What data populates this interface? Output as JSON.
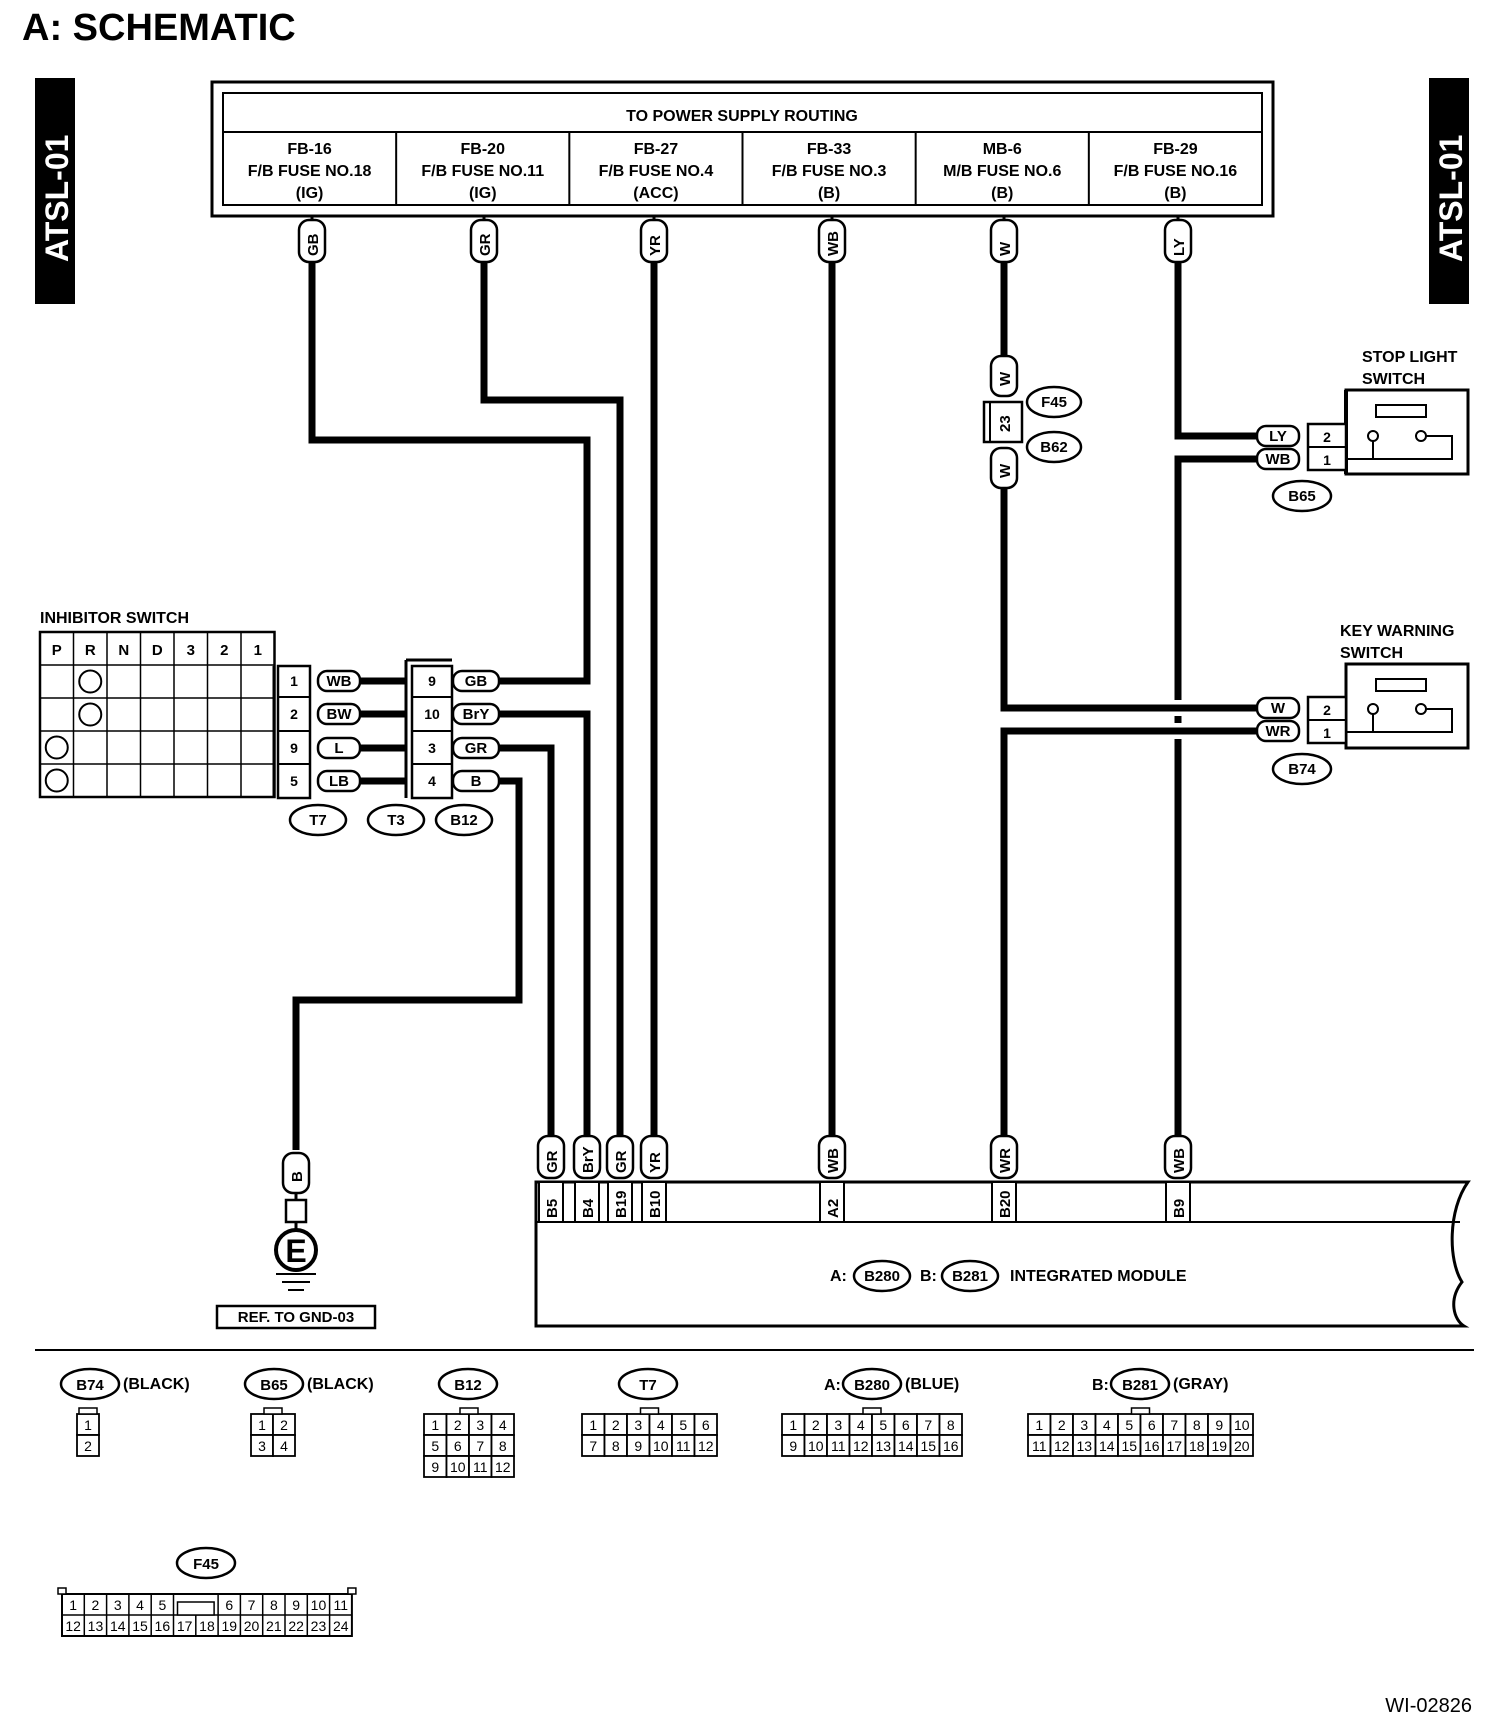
{
  "title": "A:  SCHEMATIC",
  "side_tab": "ATSL-01",
  "figure_id": "WI-02826",
  "power_header": "TO POWER SUPPLY ROUTING",
  "fuses": [
    {
      "id": "FB-16",
      "name": "F/B FUSE NO.18",
      "mode": "(IG)",
      "wire": "GB"
    },
    {
      "id": "FB-20",
      "name": "F/B FUSE NO.11",
      "mode": "(IG)",
      "wire": "GR"
    },
    {
      "id": "FB-27",
      "name": "F/B FUSE NO.4",
      "mode": "(ACC)",
      "wire": "YR"
    },
    {
      "id": "FB-33",
      "name": "F/B FUSE NO.3",
      "mode": "(B)",
      "wire": "WB"
    },
    {
      "id": "MB-6",
      "name": "M/B FUSE NO.6",
      "mode": "(B)",
      "wire": "W"
    },
    {
      "id": "FB-29",
      "name": "F/B FUSE NO.16",
      "mode": "(B)",
      "wire": "LY"
    }
  ],
  "inhibitor": {
    "label": "INHIBITOR SWITCH",
    "positions": [
      "P",
      "R",
      "N",
      "D",
      "3",
      "2",
      "1"
    ],
    "t7_pins": [
      "1",
      "2",
      "9",
      "5"
    ],
    "t7_wires": [
      "WB",
      "BW",
      "L",
      "LB"
    ],
    "b12_pins": [
      "9",
      "10",
      "3",
      "4"
    ],
    "b12_wires": [
      "GB",
      "BrY",
      "GR",
      "B"
    ],
    "connectors": [
      "T7",
      "T3",
      "B12"
    ]
  },
  "mid_connector": {
    "top_wire": "W",
    "pin": "23",
    "bottom_wire": "W",
    "labels": [
      "F45",
      "B62"
    ]
  },
  "stop_light_switch": {
    "label_line1": "STOP LIGHT",
    "label_line2": "SWITCH",
    "pins": [
      "2",
      "1"
    ],
    "wires": [
      "LY",
      "WB"
    ],
    "connector": "B65"
  },
  "key_warning_switch": {
    "label_line1": "KEY WARNING",
    "label_line2": "SWITCH",
    "pins": [
      "2",
      "1"
    ],
    "wires": [
      "W",
      "WR"
    ],
    "connector": "B74"
  },
  "ground": {
    "wire": "B",
    "symbol": "E",
    "ref": "REF. TO GND-03"
  },
  "module": {
    "wires": [
      "GR",
      "BrY",
      "GR",
      "YR",
      "WB",
      "WR",
      "WB"
    ],
    "pins": [
      "B5",
      "B4",
      "B19",
      "B10",
      "A2",
      "B20",
      "B9"
    ],
    "prefix_a": "A:",
    "conn_a": "B280",
    "prefix_b": "B:",
    "conn_b": "B281",
    "name": "INTEGRATED MODULE"
  },
  "connector_views": [
    {
      "prefix": "",
      "name": "B74",
      "color": "(BLACK)",
      "rows": [
        [
          "1"
        ],
        [
          "2"
        ]
      ]
    },
    {
      "prefix": "",
      "name": "B65",
      "color": "(BLACK)",
      "rows": [
        [
          "1",
          "2"
        ],
        [
          "3",
          "4"
        ]
      ]
    },
    {
      "prefix": "",
      "name": "B12",
      "color": "",
      "rows": [
        [
          "1",
          "2",
          "3",
          "4"
        ],
        [
          "5",
          "6",
          "7",
          "8"
        ],
        [
          "9",
          "10",
          "11",
          "12"
        ]
      ]
    },
    {
      "prefix": "",
      "name": "T7",
      "color": "",
      "rows": [
        [
          "1",
          "2",
          "3",
          "4",
          "5",
          "6"
        ],
        [
          "7",
          "8",
          "9",
          "10",
          "11",
          "12"
        ]
      ]
    },
    {
      "prefix": "A:",
      "name": "B280",
      "color": "(BLUE)",
      "rows": [
        [
          "1",
          "2",
          "3",
          "4",
          "5",
          "6",
          "7",
          "8"
        ],
        [
          "9",
          "10",
          "11",
          "12",
          "13",
          "14",
          "15",
          "16"
        ]
      ]
    },
    {
      "prefix": "B:",
      "name": "B281",
      "color": "(GRAY)",
      "rows": [
        [
          "1",
          "2",
          "3",
          "4",
          "5",
          "6",
          "7",
          "8",
          "9",
          "10"
        ],
        [
          "11",
          "12",
          "13",
          "14",
          "15",
          "16",
          "17",
          "18",
          "19",
          "20"
        ]
      ]
    },
    {
      "prefix": "",
      "name": "F45",
      "color": "",
      "rows": [
        [
          "1",
          "2",
          "3",
          "4",
          "5",
          "",
          "6",
          "7",
          "8",
          "9",
          "10",
          "11"
        ],
        [
          "12",
          "13",
          "14",
          "15",
          "16",
          "17",
          "18",
          "19",
          "20",
          "21",
          "22",
          "23",
          "24"
        ]
      ]
    }
  ]
}
